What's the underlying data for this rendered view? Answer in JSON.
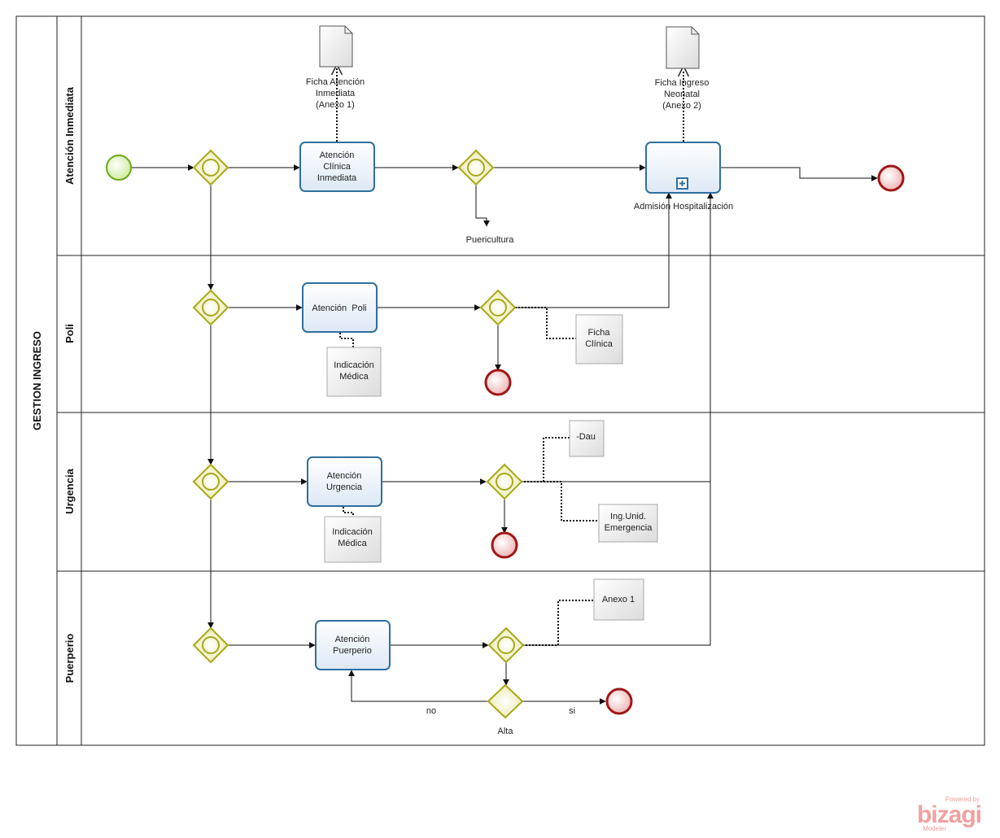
{
  "pool": {
    "title": "GESTION INGRESO"
  },
  "lanes": [
    {
      "id": "atencion",
      "title": "Atención Inmediata"
    },
    {
      "id": "poli",
      "title": "Poli"
    },
    {
      "id": "urgencia",
      "title": "Urgencia"
    },
    {
      "id": "puerperio",
      "title": "Puerperio"
    }
  ],
  "tasks": {
    "atencion_clinica": [
      "Atención",
      "Clínica",
      "Inmediata"
    ],
    "admision": "Admisión Hospitalización",
    "atencion_poli": "Atención  Poli",
    "atencion_urgencia": [
      "Atención",
      "Urgencia"
    ],
    "atencion_puerperio": [
      "Atención",
      "Puerperio"
    ]
  },
  "documents": {
    "ficha_atencion": [
      "Ficha Atención",
      "Inmediata",
      "(Anexo 1)"
    ],
    "ficha_ingreso": [
      "Ficha Ingreso",
      "Neonatal",
      "(Anexo 2)"
    ]
  },
  "artifacts": {
    "indicacion_poli": [
      "Indicación",
      "Médica"
    ],
    "ficha_clinica": [
      "Ficha",
      "Clínica"
    ],
    "dau": "-Dau",
    "ing_unid": [
      "Ing.Unid.",
      "Emergencia"
    ],
    "indicacion_urgencia": [
      "Indicación",
      "Médica"
    ],
    "anexo1": "Anexo 1"
  },
  "labels": {
    "puericultura": "Puericultura",
    "alta": "Alta",
    "no": "no",
    "si": "si"
  },
  "branding": {
    "powered": "Powered by",
    "name": "bizagi",
    "product": "Modeler"
  },
  "colors": {
    "task_border": "#2f6f9f",
    "task_fill": "#eef4fb",
    "gateway_border": "#a8a818",
    "gateway_fill": "#f4f4c0",
    "start_border": "#6aa818",
    "start_fill": "#e6f5cc",
    "end_border": "#b01818",
    "end_fill": "#f8d0d0"
  }
}
